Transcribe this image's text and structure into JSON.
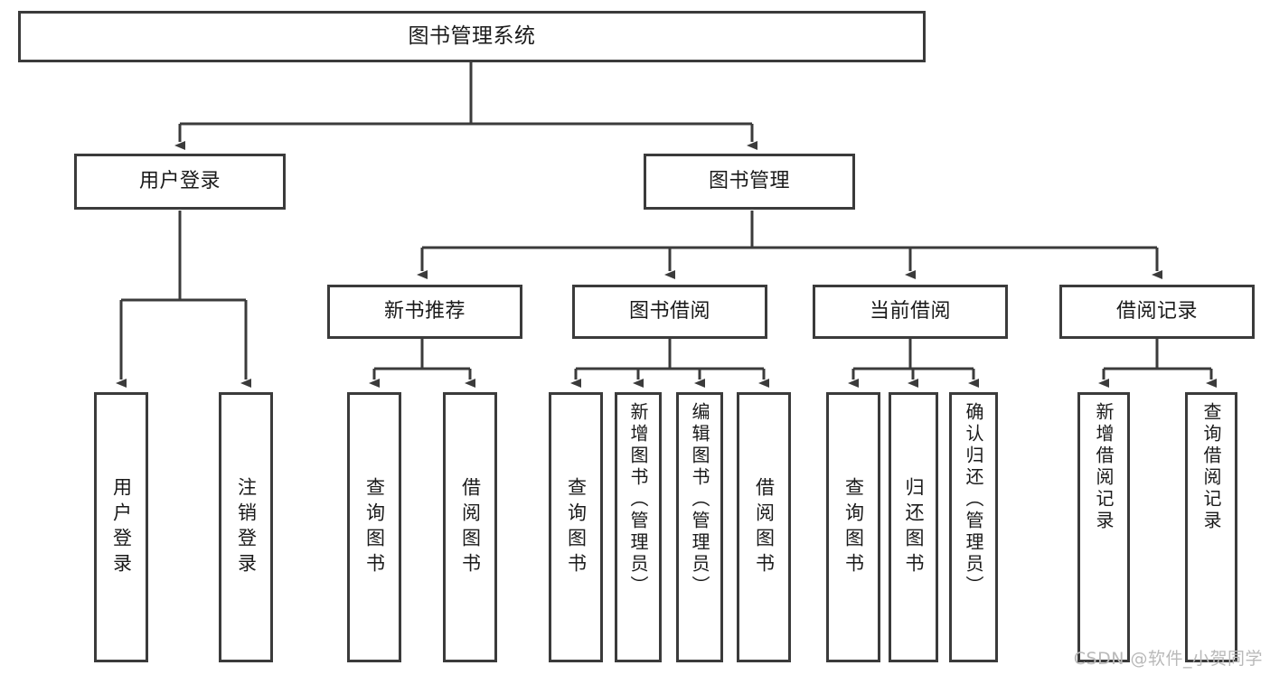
{
  "diagram": {
    "title": "图书管理系统",
    "watermark": "CSDN @软件_小贺同学",
    "colors": {
      "stroke": "#3b3b3b",
      "fill": "#ffffff",
      "text": "#1a1a1a",
      "watermark": "#b9b9b9"
    },
    "nodes": {
      "root": {
        "label": "图书管理系统"
      },
      "level2": [
        {
          "id": "user-login",
          "label": "用户登录"
        },
        {
          "id": "book-management",
          "label": "图书管理"
        }
      ],
      "level3": [
        {
          "id": "new-book-recommend",
          "label": "新书推荐"
        },
        {
          "id": "book-borrow",
          "label": "图书借阅"
        },
        {
          "id": "current-borrow",
          "label": "当前借阅"
        },
        {
          "id": "borrow-record",
          "label": "借阅记录"
        }
      ],
      "leaves": {
        "user_login": [
          {
            "id": "leaf-user-login",
            "label": "用户登录"
          },
          {
            "id": "leaf-logout-login",
            "label": "注销登录"
          }
        ],
        "new_book_recommend": [
          {
            "id": "leaf-query-book-1",
            "label": "查询图书"
          },
          {
            "id": "leaf-borrow-book-1",
            "label": "借阅图书"
          }
        ],
        "book_borrow": [
          {
            "id": "leaf-query-book-2",
            "label": "查询图书"
          },
          {
            "id": "leaf-add-book",
            "label": "新增图书（管理员）"
          },
          {
            "id": "leaf-edit-book",
            "label": "编辑图书（管理员）"
          },
          {
            "id": "leaf-borrow-book-2",
            "label": "借阅图书"
          }
        ],
        "current_borrow": [
          {
            "id": "leaf-query-book-3",
            "label": "查询图书"
          },
          {
            "id": "leaf-return-book",
            "label": "归还图书"
          },
          {
            "id": "leaf-confirm-return",
            "label": "确认归还（管理员）"
          }
        ],
        "borrow_record": [
          {
            "id": "leaf-add-record",
            "label": "新增借阅记录"
          },
          {
            "id": "leaf-query-record",
            "label": "查询借阅记录"
          }
        ]
      }
    }
  }
}
